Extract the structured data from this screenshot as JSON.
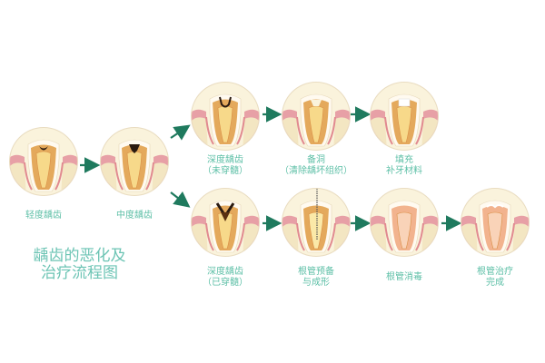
{
  "title": {
    "line1": "龋齿的恶化及",
    "line2": "治疗流程图"
  },
  "colors": {
    "label_text": "#5cbfa6",
    "arrow": "#1f7a5e",
    "circle_bg": "#faf3dc",
    "gum": "#e7a0a6",
    "bone": "#f3e6c2",
    "dentin": "#e4a95c",
    "pulp": "#f7d98a",
    "enamel": "#fffaf0",
    "decay": "#2a1a10"
  },
  "stages": [
    {
      "id": "mild",
      "label1": "轻度龋齿",
      "label2": "",
      "decay": "small"
    },
    {
      "id": "moderate",
      "label1": "中度龋齿",
      "label2": "",
      "decay": "medium"
    },
    {
      "id": "deep-unexposed",
      "label1": "深度龋齿",
      "label2": "（未穿髓）",
      "decay": "deep"
    },
    {
      "id": "cavity-prep",
      "label1": "备洞",
      "label2": "（清除龋坏组织）",
      "decay": "prepared"
    },
    {
      "id": "filling",
      "label1": "填充",
      "label2": "补牙材料",
      "decay": "filled"
    },
    {
      "id": "deep-exposed",
      "label1": "深度龋齿",
      "label2": "（已穿髓）",
      "decay": "exposed"
    },
    {
      "id": "root-canal-prep",
      "label1": "根管预备",
      "label2": "与成形",
      "decay": "file"
    },
    {
      "id": "root-canal-disinfect",
      "label1": "根管消毒",
      "label2": "",
      "decay": "disinfect"
    },
    {
      "id": "root-canal-complete",
      "label1": "根管治疗",
      "label2": "完成",
      "decay": "complete"
    }
  ]
}
